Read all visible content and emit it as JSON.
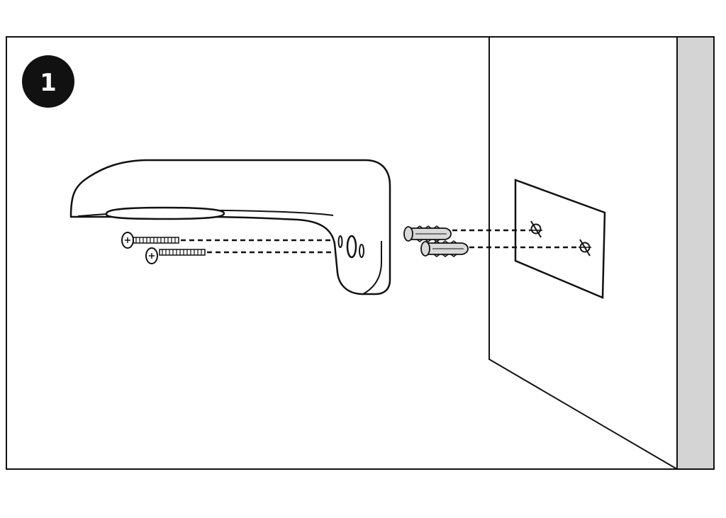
{
  "step": {
    "number": "1",
    "badge_color": "#111111",
    "number_color": "#ffffff"
  },
  "colors": {
    "line": "#111111",
    "background": "#ffffff",
    "wall_edge": "#d4d4d4",
    "anchor_fill": "#d9d9d9"
  },
  "parts": {
    "bracket": "wall-mount-bracket",
    "screws": 2,
    "anchors": 2,
    "drill_holes": 2
  },
  "icons": {
    "hole": "drill-hole-crosshair-icon",
    "screw": "screw-icon",
    "anchor": "wall-anchor-icon"
  }
}
